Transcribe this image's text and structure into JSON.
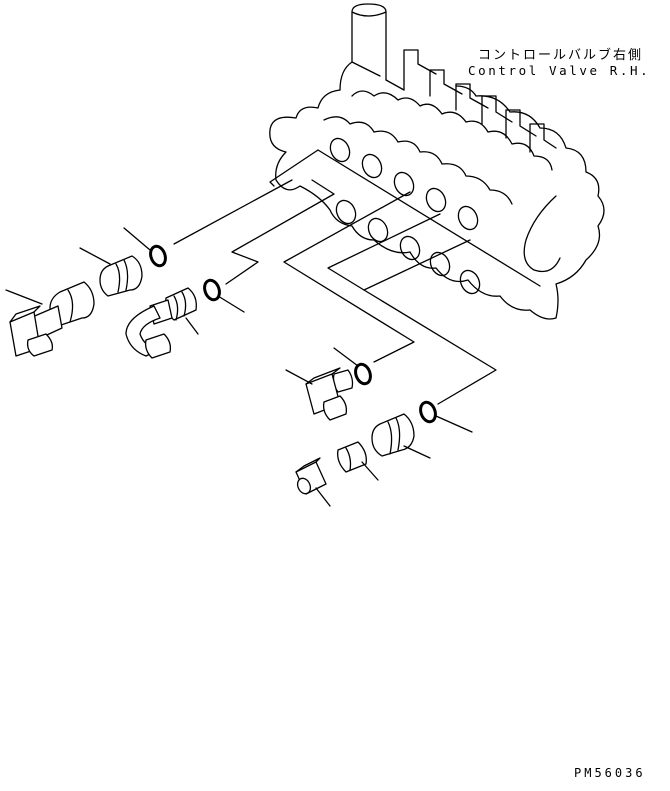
{
  "labels": {
    "part_name_jp": "コントロールバルブ右側",
    "part_name_en": "Control Valve R.H.",
    "drawing_code": "PM56036"
  },
  "colors": {
    "line": "#000000",
    "background": "#ffffff"
  }
}
